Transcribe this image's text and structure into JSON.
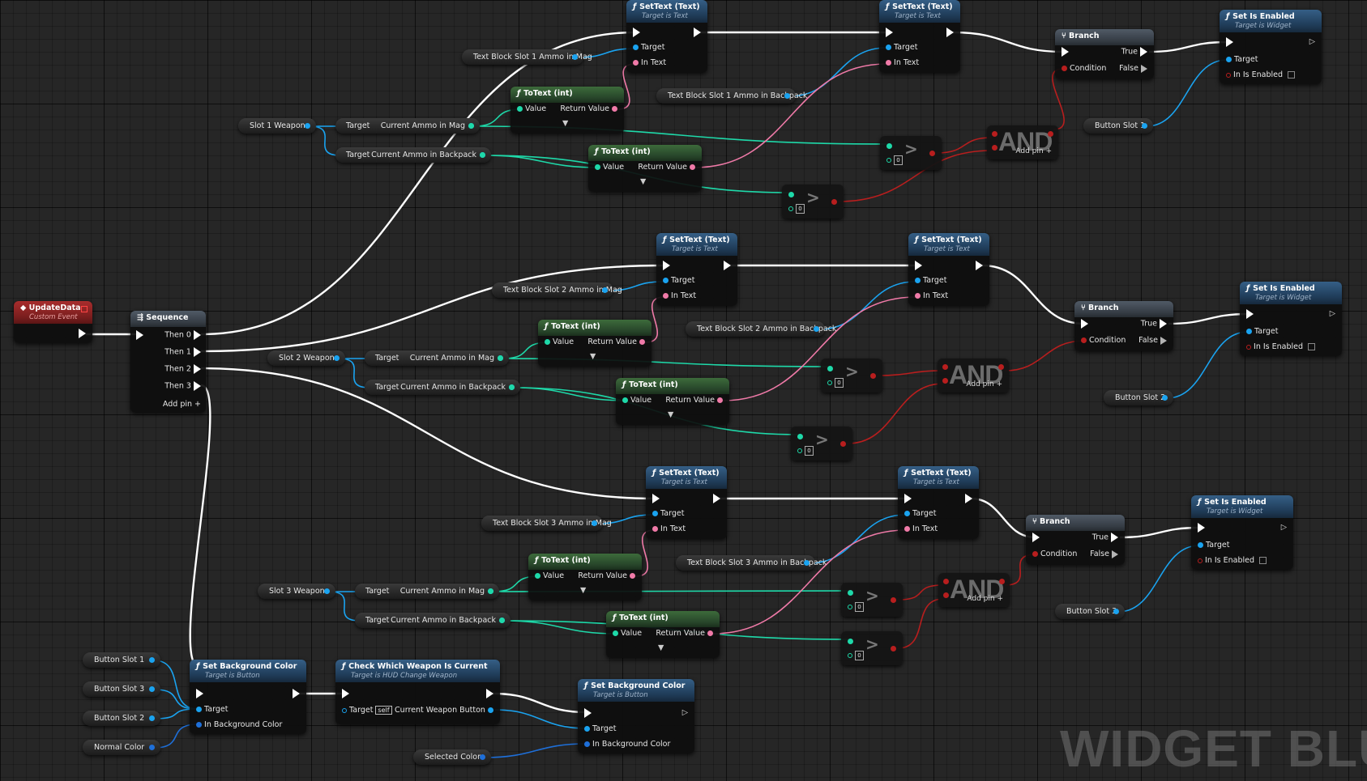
{
  "colors": {
    "exec": "#ffffff",
    "object": "#1aa3f0",
    "text": "#f07aa8",
    "int": "#1ed9a9",
    "bool": "#b81e1e",
    "struct": "#1e6fd9",
    "function_header": "#1f3b57",
    "pure_function_header": "#27452a",
    "event_header": "#7a1e1e"
  },
  "watermark": "WIDGET BLUEP",
  "event": {
    "title": "UpdateData",
    "subtitle": "Custom Event"
  },
  "sequence": {
    "title": "Sequence",
    "pins": [
      "Then 0",
      "Then 1",
      "Then 2",
      "Then 3"
    ],
    "add_pin": "Add pin"
  },
  "settext": {
    "title": "SetText (Text)",
    "subtitle": "Target is Text",
    "target": "Target",
    "in_text": "In Text"
  },
  "totext": {
    "title": "ToText (int)",
    "value": "Value",
    "return_value": "Return Value"
  },
  "branch": {
    "title": "Branch",
    "condition": "Condition",
    "true": "True",
    "false": "False"
  },
  "setenabled": {
    "title": "Set Is Enabled",
    "subtitle": "Target is Widget",
    "target": "Target",
    "in_is_enabled": "In Is Enabled"
  },
  "and_node": {
    "label": "AND",
    "add_pin": "Add pin"
  },
  "compare_value": "0",
  "getters": {
    "target": "Target",
    "ammo_mag": "Current Ammo in Mag",
    "ammo_backpack": "Current Ammo in Backpack",
    "slot1_weapon": "Slot 1 Weapon",
    "slot2_weapon": "Slot 2 Weapon",
    "slot3_weapon": "Slot 3 Weapon",
    "tb1_mag": "Text Block Slot 1 Ammo in Mag",
    "tb1_backpack": "Text Block Slot 1 Ammo in Backpack",
    "tb2_mag": "Text Block Slot 2 Ammo in Mag",
    "tb2_backpack": "Text Block Slot 2 Ammo in Backpack",
    "tb3_mag": "Text Block Slot 3 Ammo in Mag",
    "tb3_backpack": "Text Block Slot 3 Ammo in Backpack",
    "button_slot1": "Button Slot 1",
    "button_slot2": "Button Slot 2",
    "button_slot3": "Button Slot 3",
    "normal_color": "Normal Color",
    "selected_color": "Selected Color"
  },
  "setbg": {
    "title": "Set Background Color",
    "subtitle": "Target is Button",
    "target": "Target",
    "in_bg": "In Background Color"
  },
  "check": {
    "title": "Check Which Weapon Is Current",
    "subtitle": "Target is HUD Change Weapon",
    "target": "Target",
    "self": "self",
    "out": "Current Weapon Button"
  }
}
